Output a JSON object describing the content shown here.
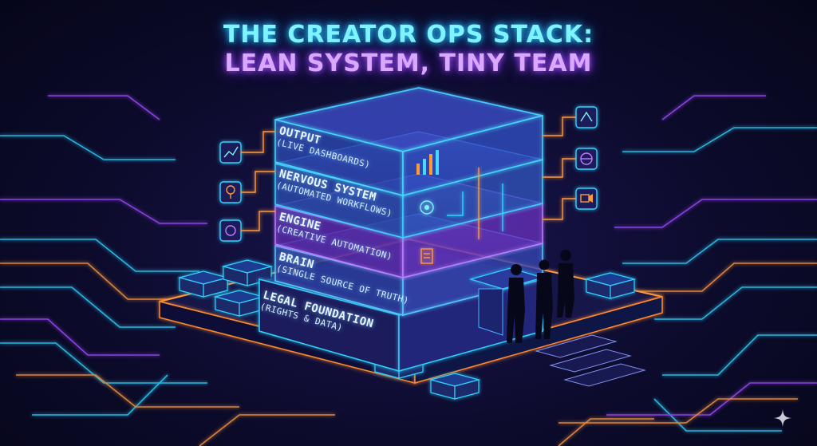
{
  "title": {
    "line1": "THE CREATOR OPS STACK:",
    "line2": "LEAN SYSTEM, TINY TEAM"
  },
  "layers": [
    {
      "name": "OUTPUT",
      "subtitle": "(LIVE DASHBOARDS)",
      "color": "#46c8ff"
    },
    {
      "name": "NERVOUS SYSTEM",
      "subtitle": "(AUTOMATED WORKFLOWS)",
      "color": "#3fb4ff"
    },
    {
      "name": "ENGINE",
      "subtitle": "(CREATIVE AUTOMATION)",
      "color": "#b46cff"
    },
    {
      "name": "BRAIN",
      "subtitle": "(SINGLE SOURCE OF TRUTH)",
      "color": "#5aa8ff"
    },
    {
      "name": "LEGAL FOUNDATION",
      "subtitle": "(RIGHTS & DATA)",
      "color": "#3d6dff"
    }
  ],
  "colors": {
    "cyan": "#2fd4ff",
    "purple": "#a24cff",
    "orange": "#ff9a3c",
    "background": "#0c0b2c"
  },
  "icons": [
    "chart-icon",
    "lightbulb-icon",
    "brain-icon",
    "document-icon",
    "gear-icon",
    "globe-icon",
    "video-icon",
    "network-icon"
  ]
}
